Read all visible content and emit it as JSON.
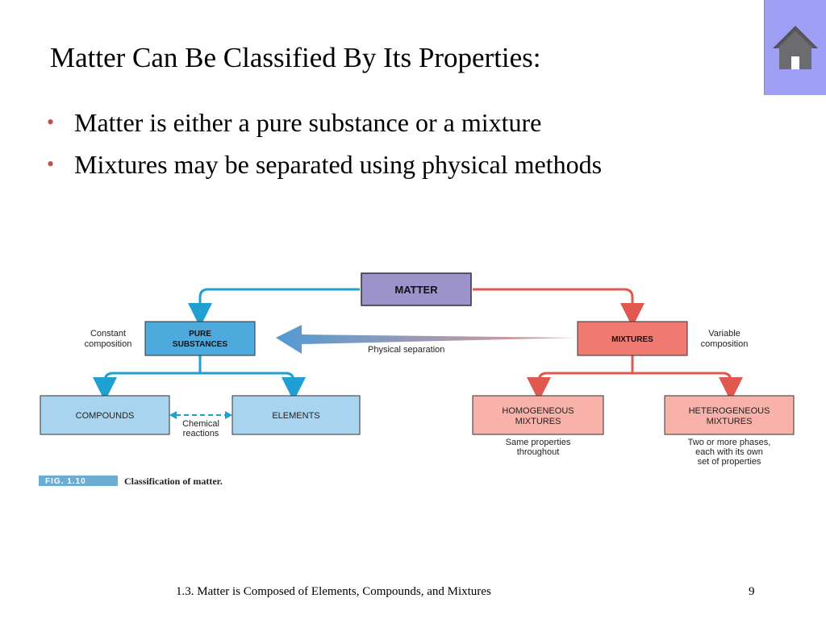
{
  "slide": {
    "title": "Matter Can Be Classified By Its Properties:",
    "bullets": [
      "Matter is either a pure substance or a mixture",
      "Mixtures may be separated using physical methods"
    ],
    "footer": "1.3. Matter is Composed of Elements, Compounds, and Mixtures",
    "page_number": "9",
    "home_icon": "home-icon"
  },
  "diagram": {
    "matter": "MATTER",
    "pure_substances": [
      "PURE",
      "SUBSTANCES"
    ],
    "constant_composition": [
      "Constant",
      "composition"
    ],
    "mixtures": "MIXTURES",
    "variable_composition": [
      "Variable",
      "composition"
    ],
    "physical_separation": "Physical separation",
    "compounds": "COMPOUNDS",
    "elements": "ELEMENTS",
    "chemical_reactions": [
      "Chemical",
      "reactions"
    ],
    "homogeneous": [
      "HOMOGENEOUS",
      "MIXTURES"
    ],
    "homogeneous_note": [
      "Same properties",
      "throughout"
    ],
    "heterogeneous": [
      "HETEROGENEOUS",
      "MIXTURES"
    ],
    "heterogeneous_note": [
      "Two or more phases,",
      "each with its own",
      "set of properties"
    ],
    "fig_label": "FIG. 1.10",
    "fig_caption": "Classification of matter.",
    "colors": {
      "matter_fill": "#9b93c9",
      "pure_fill": "#4ea9dc",
      "compound_fill": "#a9d4ef",
      "blue_line": "#1f9fd2",
      "mixture_fill": "#ef7a72",
      "mixture_light": "#f8b2aa",
      "red_line": "#e0584f",
      "fig_label_fill": "#6aaed6"
    }
  }
}
